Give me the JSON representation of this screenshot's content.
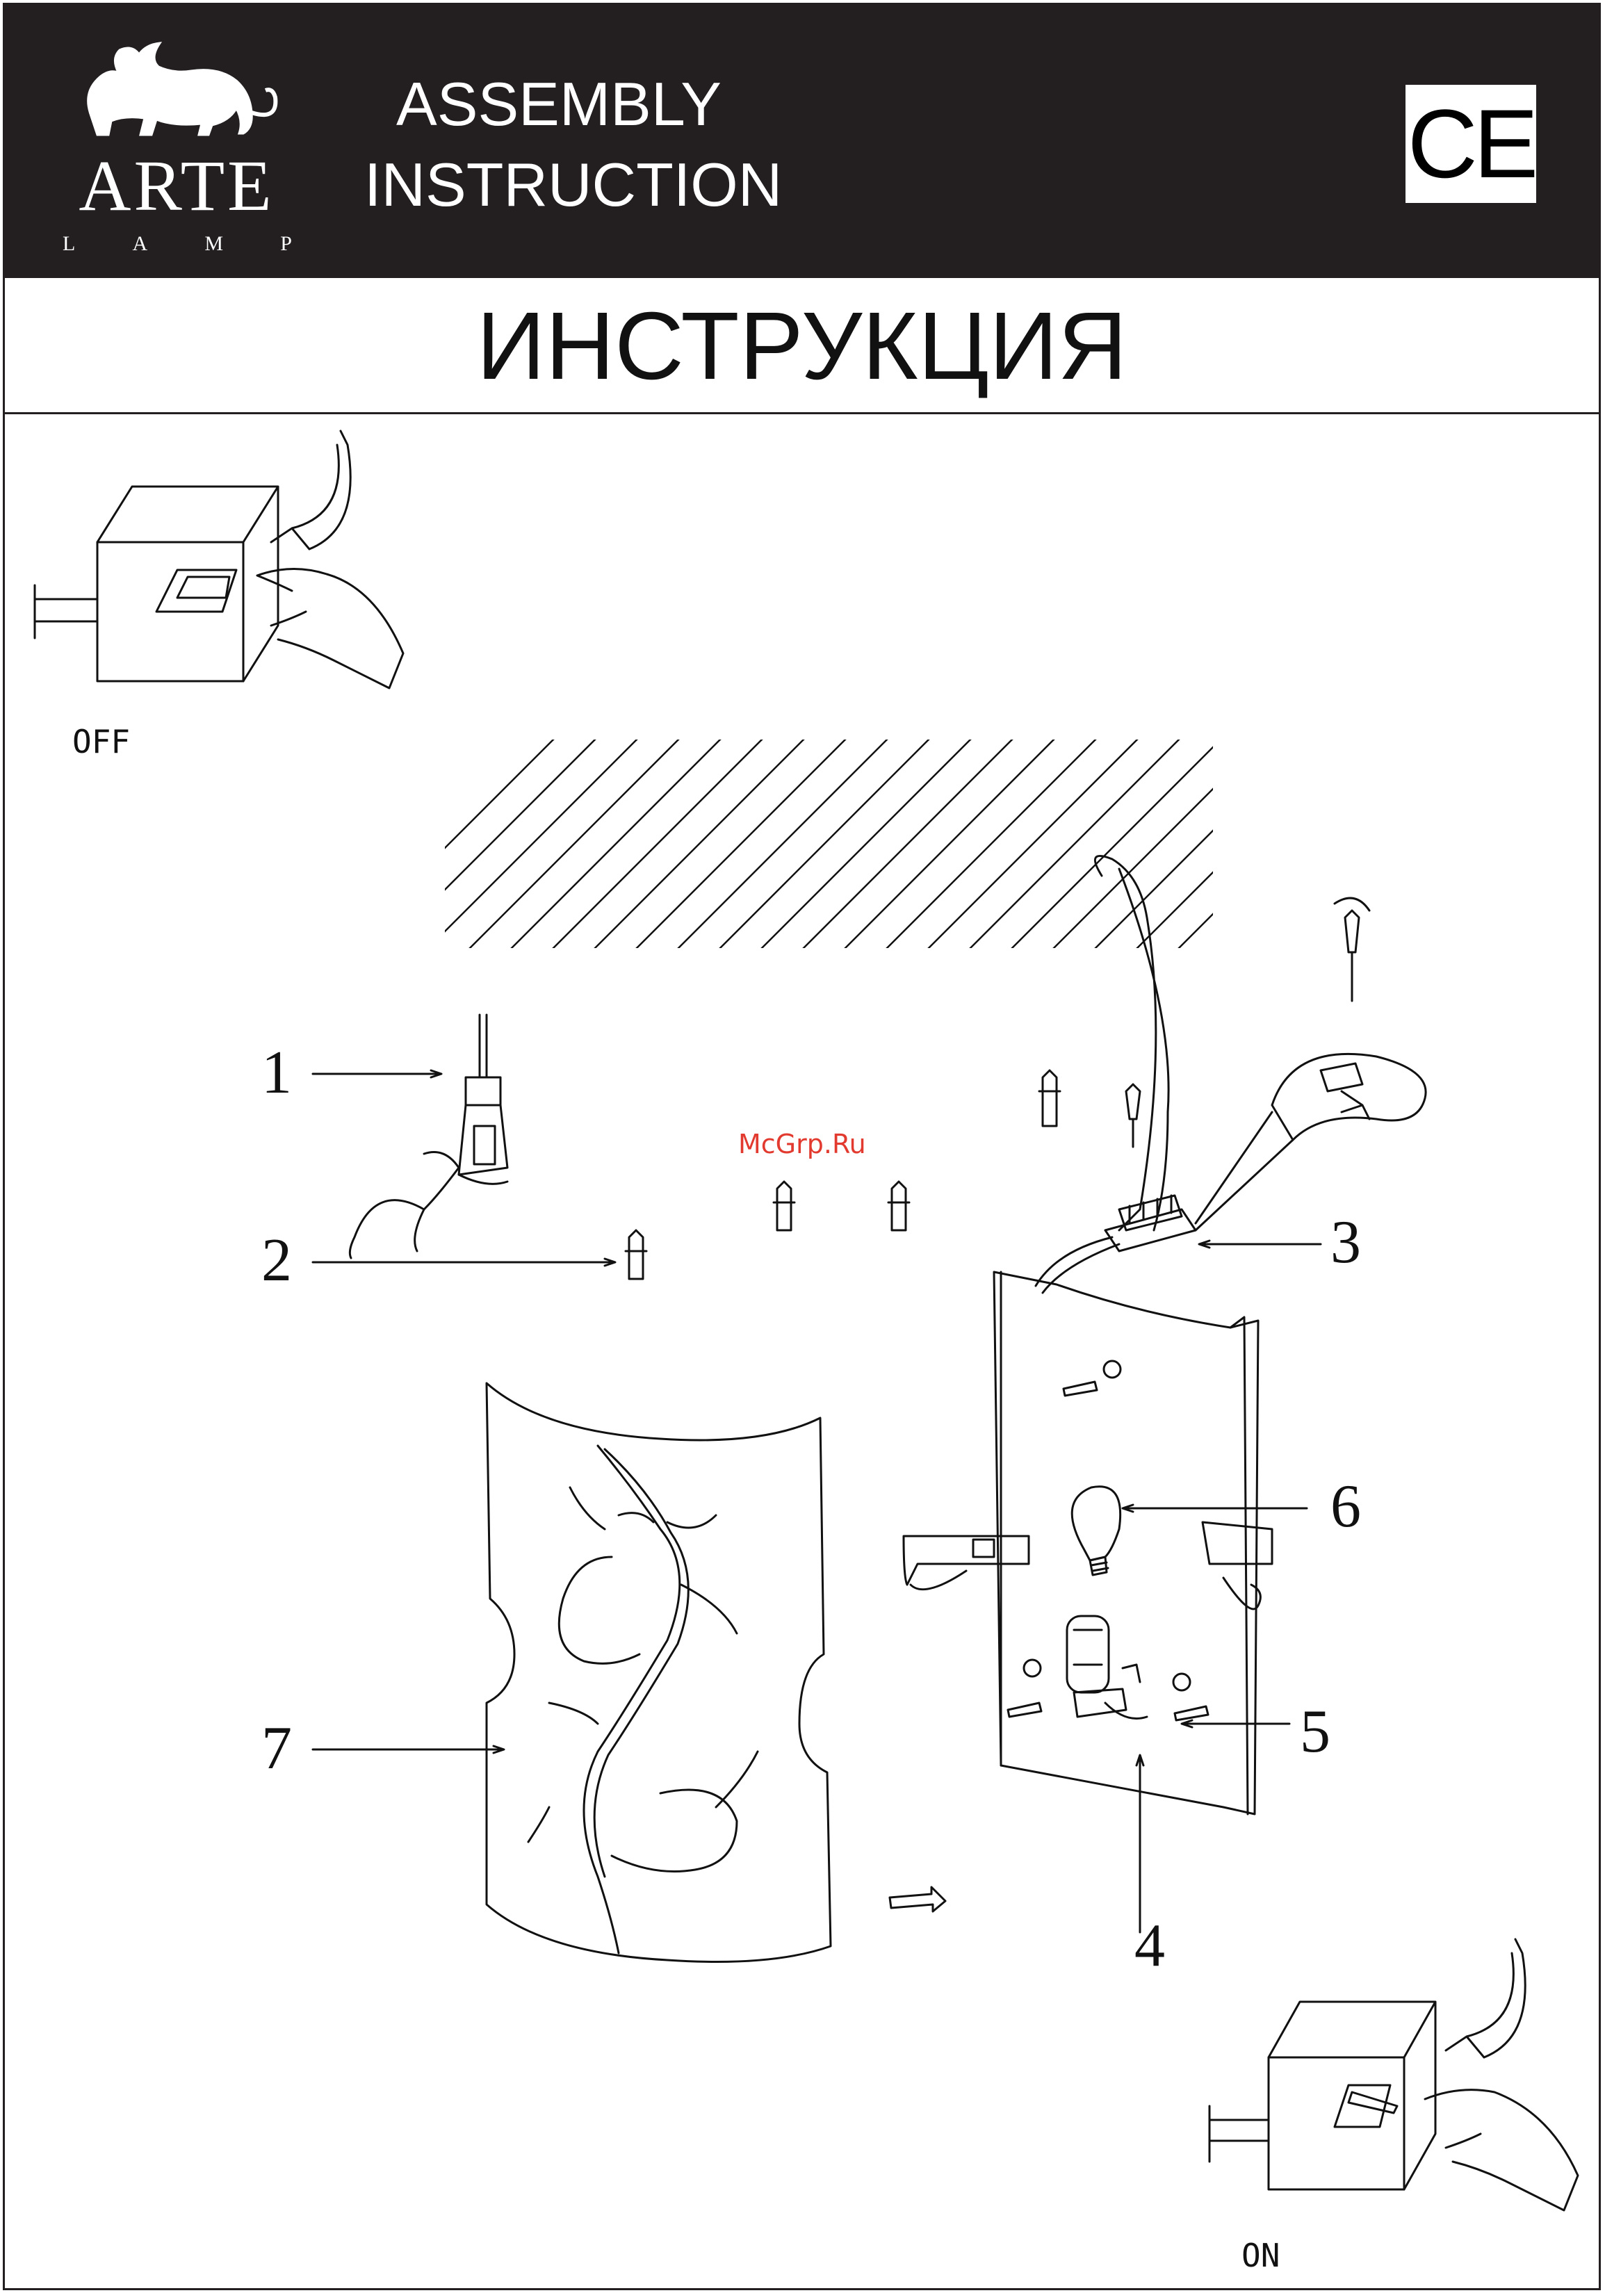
{
  "header": {
    "brand": "ARTE",
    "brand_sub": [
      "L",
      "A",
      "M",
      "P"
    ],
    "title_line1": "ASSEMBLY",
    "title_line2": "INSTRUCTION",
    "ce_mark": "CE"
  },
  "title": "ИНСТРУКЦИЯ",
  "switch_off_label": "OFF",
  "switch_on_label": "ON",
  "watermark": "McGrp.Ru",
  "callouts": [
    "1",
    "2",
    "3",
    "4",
    "5",
    "6",
    "7"
  ],
  "colors": {
    "header_bg": "#231f20",
    "watermark": "#e23a2f"
  },
  "icons": [
    "lion-griffin-logo",
    "ce-mark",
    "wall-switch-icon",
    "hand-icon",
    "curved-arrow-icon",
    "drill-icon",
    "wall-plug-icon",
    "screwdriver-icon",
    "terminal-block-icon",
    "mounting-plate-icon",
    "bulb-icon",
    "socket-icon",
    "screw-icon",
    "lamp-shade-icon"
  ]
}
